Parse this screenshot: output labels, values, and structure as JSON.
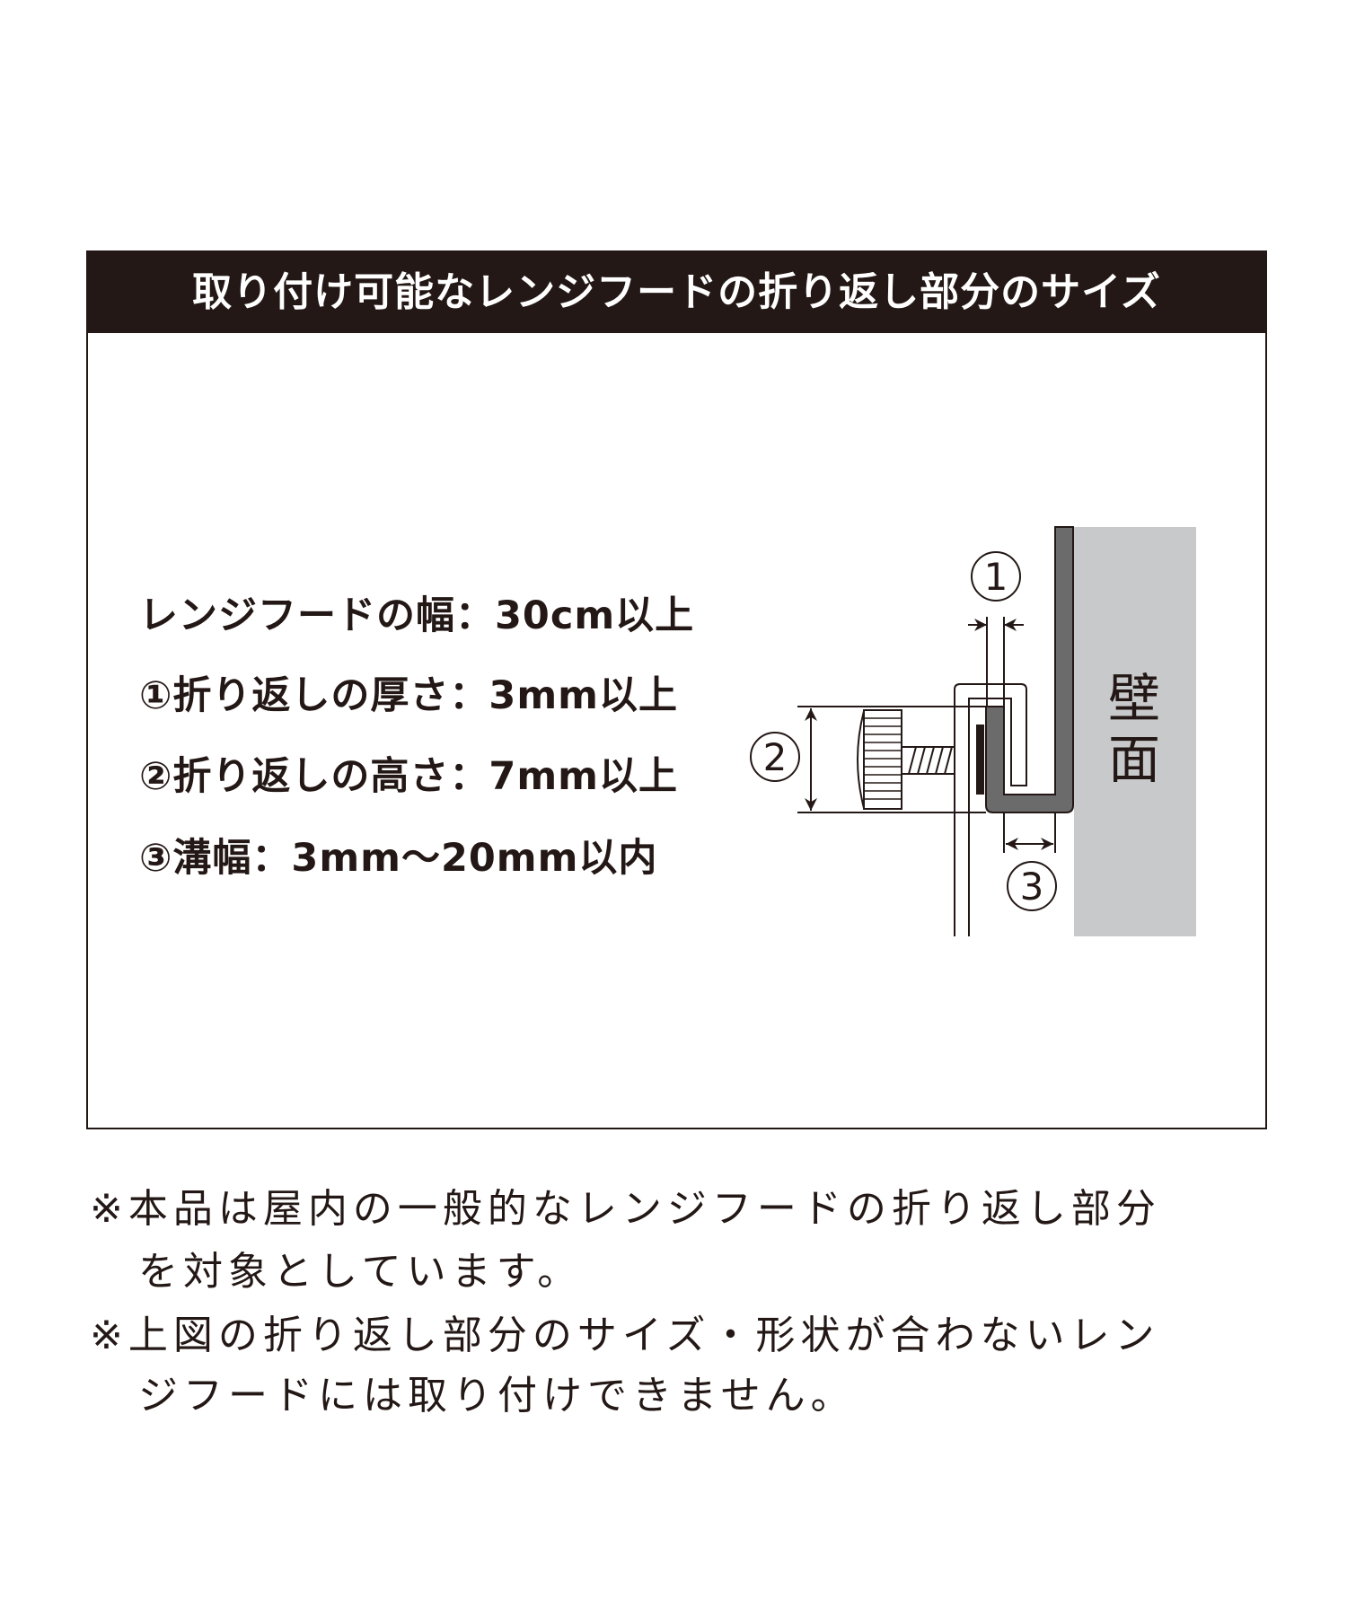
{
  "title": "取り付け可能なレンジフードの折り返し部分のサイズ",
  "specs": [
    "レンジフードの幅：30cm以上",
    "①折り返しの厚さ：3mm以上",
    "②折り返しの高さ：7mm以上",
    "③溝幅：3mm〜20mm以内"
  ],
  "diagram": {
    "label_1": "①",
    "label_2": "②",
    "label_3": "③",
    "wall_label_1": "壁",
    "wall_label_2": "面"
  },
  "notes": [
    "※本品は屋内の一般的なレンジフードの折り返し部分",
    "を対象としています。",
    "※上図の折り返し部分のサイズ・形状が合わないレン",
    "ジフードには取り付けできません。"
  ],
  "colors": {
    "header_bg": "#231815",
    "wall": "#c8c9ca",
    "bracket": "#6b6b6b"
  }
}
